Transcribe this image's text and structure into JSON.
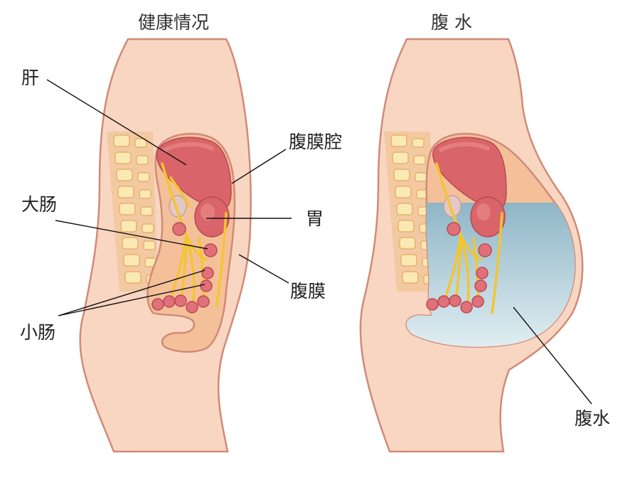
{
  "panels": {
    "healthy": {
      "title": "健康情况"
    },
    "ascites": {
      "title": "腹 水"
    }
  },
  "labels": {
    "liver": "肝",
    "peritoneal_cavity": "腹膜腔",
    "large_intestine": "大肠",
    "stomach": "胃",
    "peritoneum": "腹膜",
    "small_intestine": "小肠",
    "ascites_fluid": "腹水"
  },
  "colors": {
    "skin": "#f8d6c2",
    "outline": "#d18a78",
    "cavity": "#f4c09a",
    "organ": "#d9646a",
    "organ_light": "#e98f88",
    "vessel": "#f4c531",
    "spine_bone": "#fbe9b4",
    "spine_dark": "#e8b16b",
    "fluid_top": "#8fb6c7",
    "fluid_bottom": "#e4f0f4"
  }
}
